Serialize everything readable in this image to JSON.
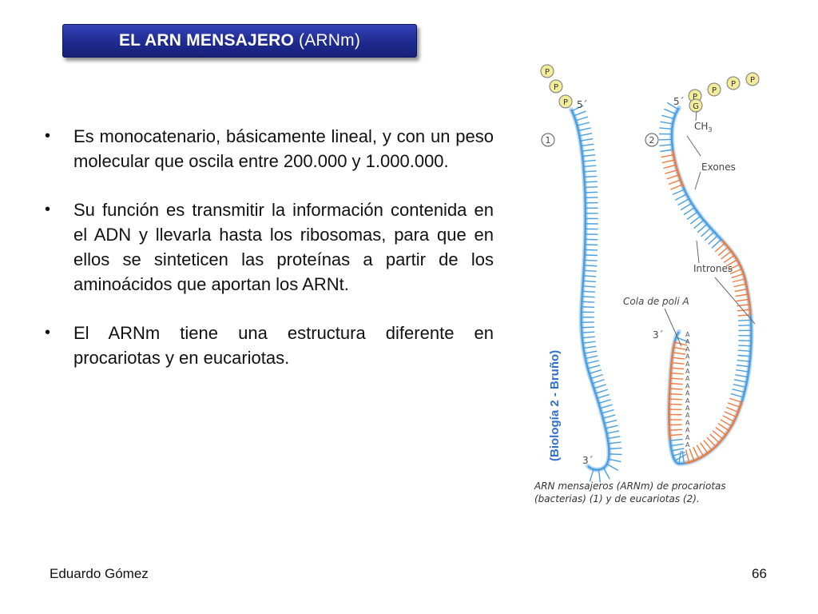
{
  "title": {
    "bold": "EL ARN MENSAJERO",
    "rest": "(ARNm)"
  },
  "bullets": [
    {
      "symbol": "•",
      "text": "Es monocatenario, básicamente lineal, y con un peso molecular que oscila entre 200.000 y 1.000.000."
    },
    {
      "symbol": "•",
      "text": "Su función es transmitir la información contenida en el ADN y llevarla hasta los ribosomas, para que en ellos se sinteticen las proteínas a partir de los aminoácidos que aportan los ARNt."
    },
    {
      "symbol": "•",
      "text": "El ARNm tiene una estructura diferente en procariotas y en eucariotas."
    }
  ],
  "figure": {
    "credit": "(Biología 2 - Bruño)",
    "caption": "ARN mensajeros (ARNm) de procariotas (bacterias) (1) y de eucariotas (2).",
    "labels": {
      "phosphate": "P",
      "guanine": "G",
      "five_prime": "5´",
      "three_prime": "3´",
      "one": "1",
      "two": "2",
      "ch3": "CH",
      "ch3_sub": "3",
      "exons": "Exones",
      "introns": "Intrones",
      "polya": "Cola de poli A",
      "adenine": "A"
    },
    "colors": {
      "exon": "#4a9fe0",
      "intron": "#f07a3c",
      "phosphate_fill": "#f3ec9a",
      "credit": "#2f6fd1"
    }
  },
  "footer": {
    "author": "Eduardo Gómez",
    "page": "66"
  }
}
